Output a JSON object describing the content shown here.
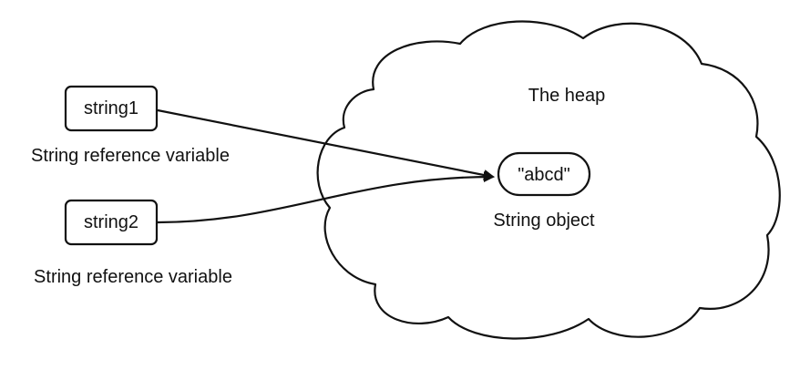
{
  "heap": {
    "label": "The heap"
  },
  "variables": [
    {
      "name": "string1",
      "caption": "String reference variable"
    },
    {
      "name": "string2",
      "caption": "String reference variable"
    }
  ],
  "object": {
    "value": "\"abcd\"",
    "caption": "String object"
  },
  "colors": {
    "stroke": "#111111",
    "background": "#ffffff",
    "text": "#111111"
  }
}
